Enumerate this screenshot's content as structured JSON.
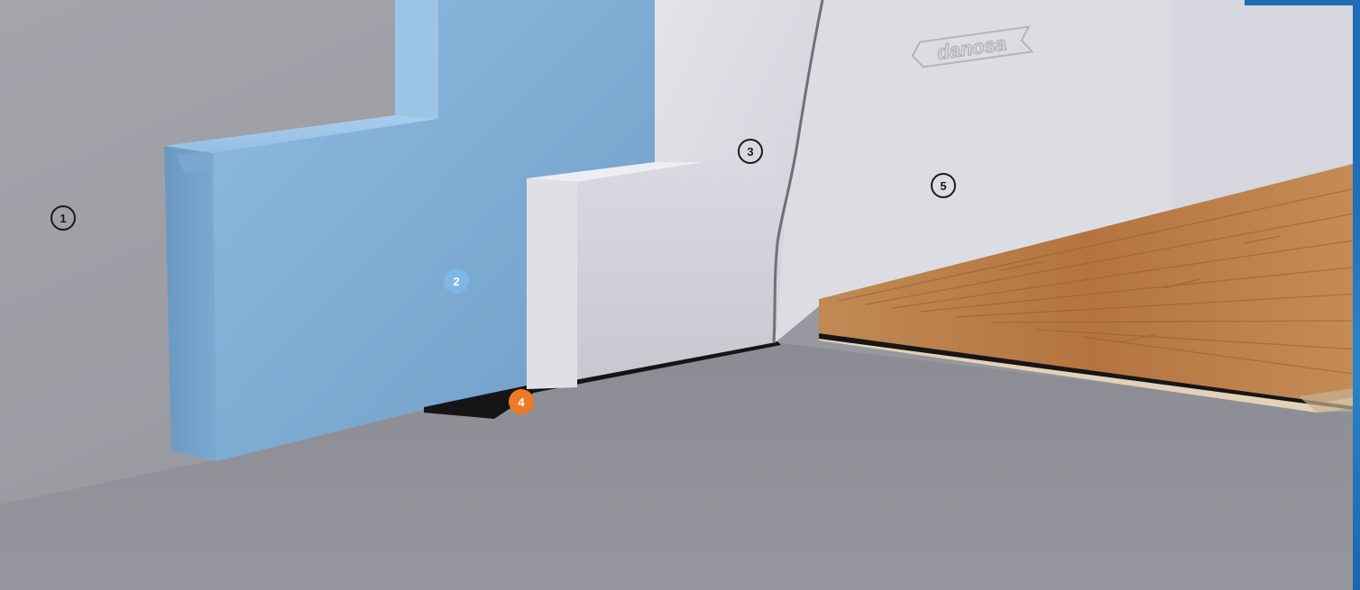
{
  "brand": {
    "logo_text": "danosa"
  },
  "markers": [
    {
      "label": "1",
      "style": "outline",
      "color": "#1b1b1b"
    },
    {
      "label": "2",
      "style": "filled",
      "color": "#7eb6e4"
    },
    {
      "label": "3",
      "style": "outline",
      "color": "#1b1b1b"
    },
    {
      "label": "4",
      "style": "filled",
      "color": "#ec7a26"
    },
    {
      "label": "5",
      "style": "outline",
      "color": "#1b1b1b"
    }
  ],
  "colors": {
    "wall": "#9b9ba2",
    "floor": "#8d8e95",
    "insulation_panel": "#8fb9dc",
    "plasterboard": "#dcdde3",
    "acoustic_strip": "#1a1a1a",
    "wood_floor": "#b87a45",
    "accent": "#1f6fb8"
  }
}
